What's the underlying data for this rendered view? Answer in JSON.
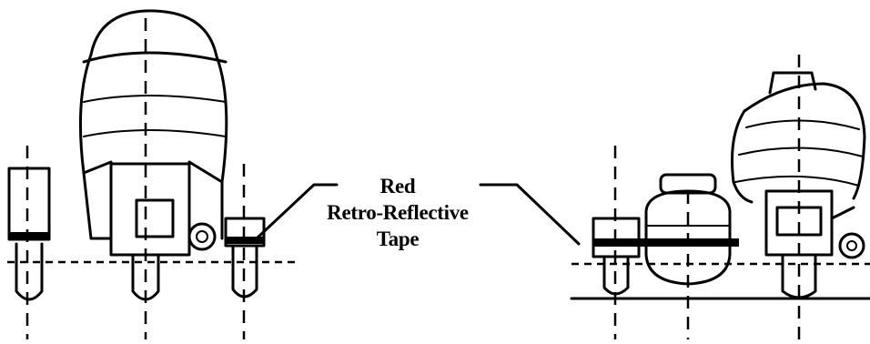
{
  "callout": {
    "line1": "Red",
    "line2": "Retro-Reflective",
    "line3": "Tape"
  },
  "colors": {
    "ink": "#000000",
    "paper": "#ffffff"
  }
}
